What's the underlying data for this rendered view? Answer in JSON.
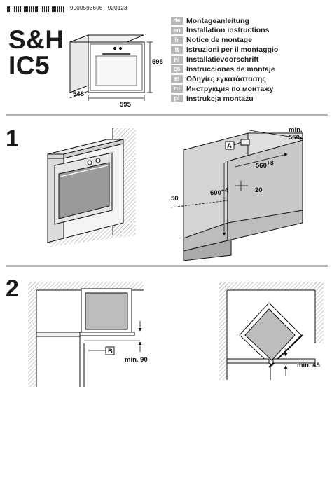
{
  "header": {
    "doc_number": "9000593606",
    "doc_date": "920123",
    "brand_line1": "S&H",
    "brand_line2": "IC5"
  },
  "languages": [
    {
      "code": "de",
      "title": "Montageanleitung"
    },
    {
      "code": "en",
      "title": "Installation instructions"
    },
    {
      "code": "fr",
      "title": "Notice de montage"
    },
    {
      "code": "it",
      "title": "Istruzioni per il montaggio"
    },
    {
      "code": "nl",
      "title": "Installatievoorschrift"
    },
    {
      "code": "es",
      "title": "Instrucciones de montaje"
    },
    {
      "code": "el",
      "title": "Οδηγίες εγκατάστασης"
    },
    {
      "code": "ru",
      "title": "Инструкция по монтажу"
    },
    {
      "code": "pl",
      "title": "Instrukcja montażu"
    }
  ],
  "oven_dimensions": {
    "height": "595",
    "depth": "548",
    "width": "595"
  },
  "step1": {
    "number": "1",
    "label_a": "A",
    "min_label": "min.",
    "min_depth": "550",
    "niche_width": "560",
    "niche_width_tol": "+8",
    "niche_height": "600",
    "niche_height_tol": "+4",
    "rail_offset": "20",
    "front_offset": "50"
  },
  "step2": {
    "number": "2",
    "label_b": "B",
    "gap_straight": "min. 90",
    "gap_corner": "min. 45"
  }
}
